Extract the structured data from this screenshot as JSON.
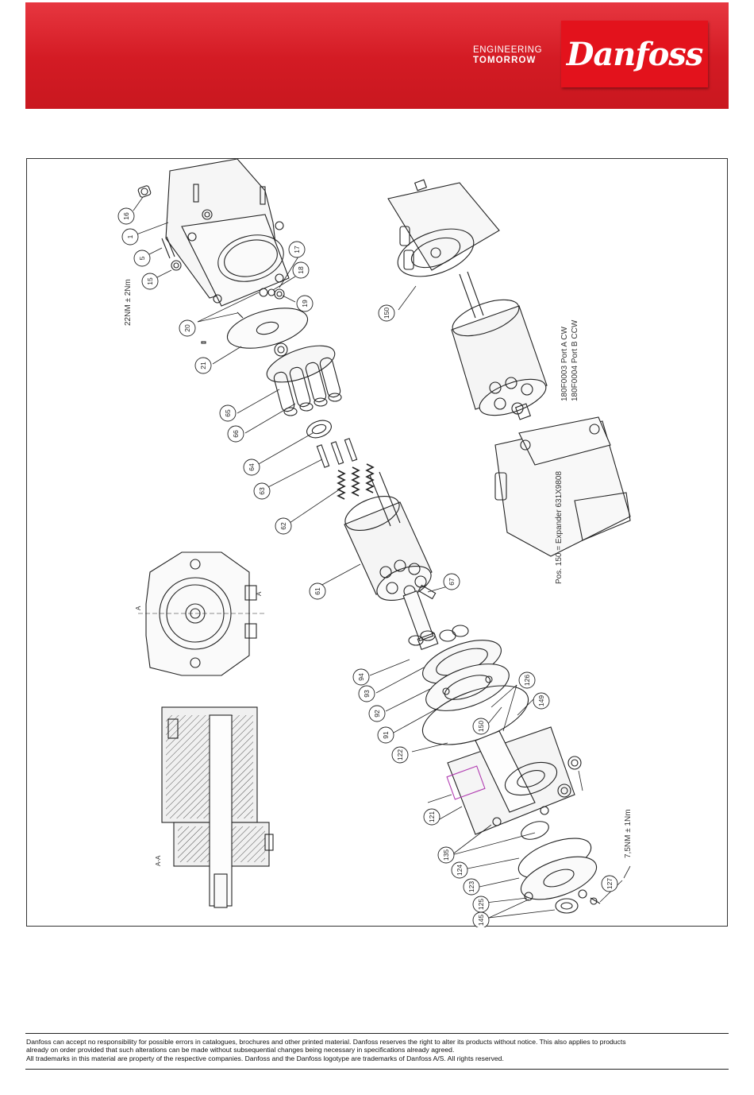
{
  "header": {
    "tagline_line1": "ENGINEERING",
    "tagline_line2": "TOMORROW",
    "logo_text": "Danfoss",
    "brand_color": "#e3121c"
  },
  "drawing": {
    "note_variants": [
      "180F0003 Port A CW",
      "180F0004 Port B CCW"
    ],
    "note_expander": "Pos. 150 = Expander 631X9808",
    "torque_main": "22NM ± 2Nm",
    "torque_end": "7,5NM ± 1Nm",
    "section_label": "A-A",
    "section_marks": [
      "A",
      "A"
    ],
    "part_labels": [
      "16",
      "1",
      "5",
      "15",
      "17",
      "18",
      "19",
      "20",
      "21",
      "65",
      "66",
      "64",
      "63",
      "62",
      "61",
      "67",
      "94",
      "93",
      "92",
      "91",
      "122",
      "150",
      "126",
      "149",
      "121",
      "135",
      "124",
      "123",
      "125",
      "145",
      "127",
      "150"
    ]
  },
  "footer": {
    "line1": "Danfoss can accept no responsibility for possible errors in catalogues, brochures and other printed material. Danfoss reserves the right to alter its products without notice. This also applies to products",
    "line2": "already on order provided that such alterations can be made without subsequential changes being necessary in specifications already agreed.",
    "line3": "All trademarks in this material are property of the respective companies. Danfoss and the Danfoss logotype are trademarks of Danfoss A/S. All rights reserved."
  }
}
